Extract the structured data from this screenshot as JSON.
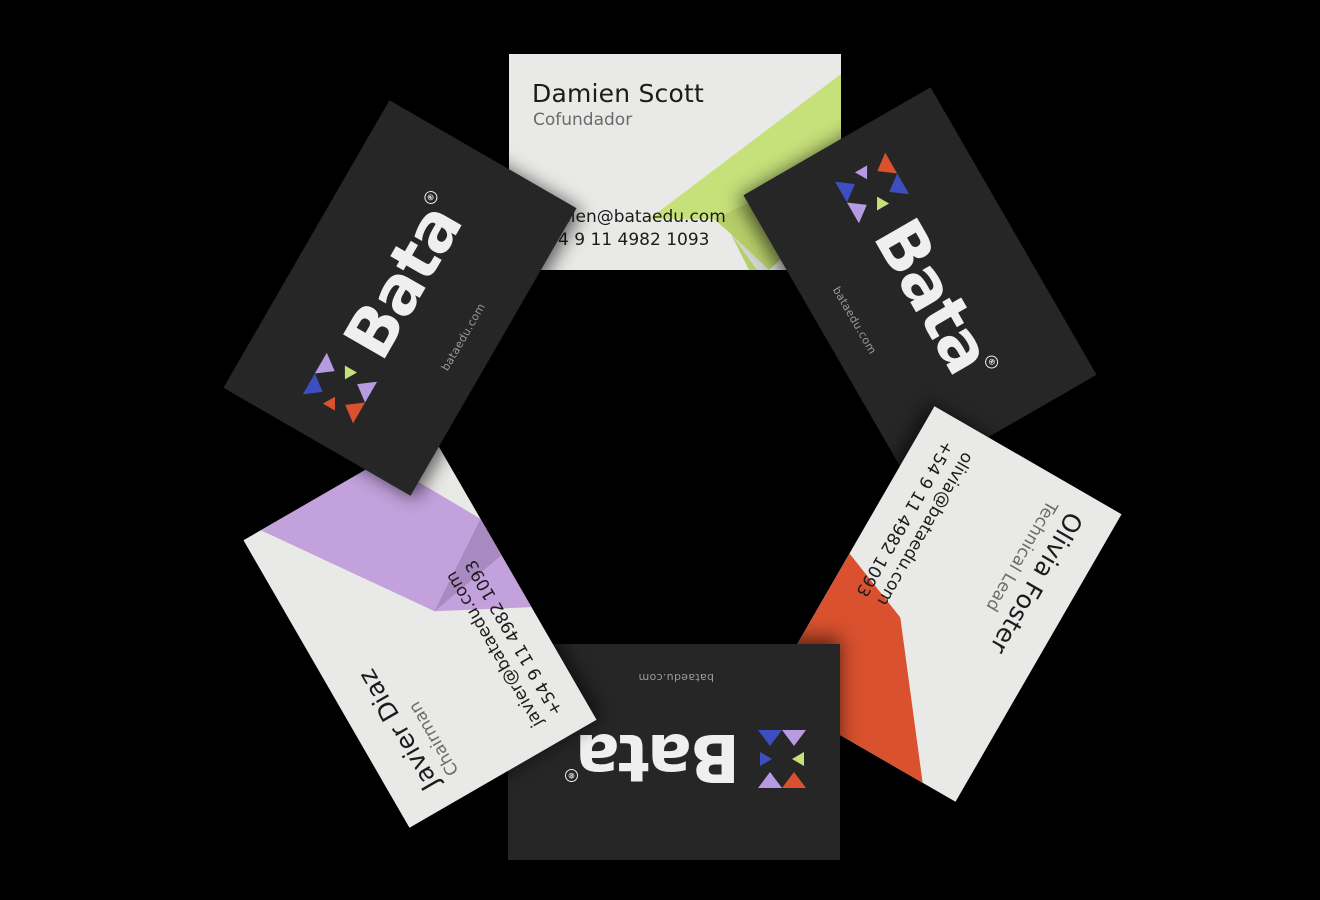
{
  "brand": {
    "wordmark": "Bata",
    "registered": "®",
    "website": "bataedu.com",
    "colors": {
      "background": "#000000",
      "card_dark": "#262626",
      "card_light": "#e9e9e7",
      "lime": "#c6e07a",
      "lavender": "#c3a1dc",
      "orange": "#d9512f",
      "blue": "#3d4fc0",
      "lilac": "#b79be2"
    },
    "logo_icon": "hourglass-star-logo-icon"
  },
  "cards": {
    "damien": {
      "name": "Damien Scott",
      "role": "Cofundador",
      "email": "damien@bataedu.com",
      "phone": "+54 9 11 4982 1093"
    },
    "olivia": {
      "name": "Olivia Foster",
      "role": "Technical Lead",
      "email": "olivia@bataedu.com",
      "phone": "+54 9 11 4982 1093"
    },
    "javier": {
      "name": "Javier Diaz",
      "role": "Chairman",
      "email": "javier@bataedu.com",
      "phone": "+54 9 11 4982 1093"
    }
  }
}
